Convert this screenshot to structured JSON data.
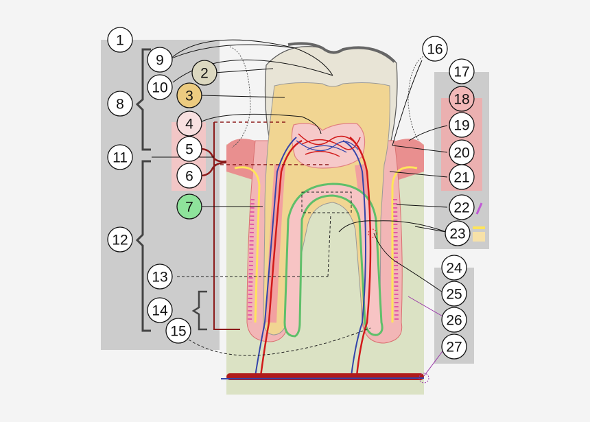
{
  "diagram": {
    "labels": [
      "1",
      "2",
      "3",
      "4",
      "5",
      "6",
      "7",
      "8",
      "9",
      "10",
      "11",
      "12",
      "13",
      "14",
      "15",
      "16",
      "17",
      "18",
      "19",
      "20",
      "21",
      "22",
      "23",
      "24",
      "25",
      "26",
      "27"
    ],
    "colors": {
      "background": "#f4f4f4",
      "panel": "#cccccc",
      "bone": "#dbe2c4",
      "enamel": "#e8e4d6",
      "dentin": "#f1d592",
      "pulp_pink": "#efb6b6",
      "gum": "#e98f8f",
      "artery": "#d11a1a",
      "vein": "#3344aa",
      "nerve_green": "#5fbf6a",
      "cementum_yellow": "#ffe45a",
      "label_fill_2": "#dcd8c0",
      "label_fill_3": "#eccb80",
      "label_fill_4": "#f8e0e0",
      "label_fill_7": "#8ee39b",
      "label_fill_18": "#f2b8b8"
    }
  }
}
